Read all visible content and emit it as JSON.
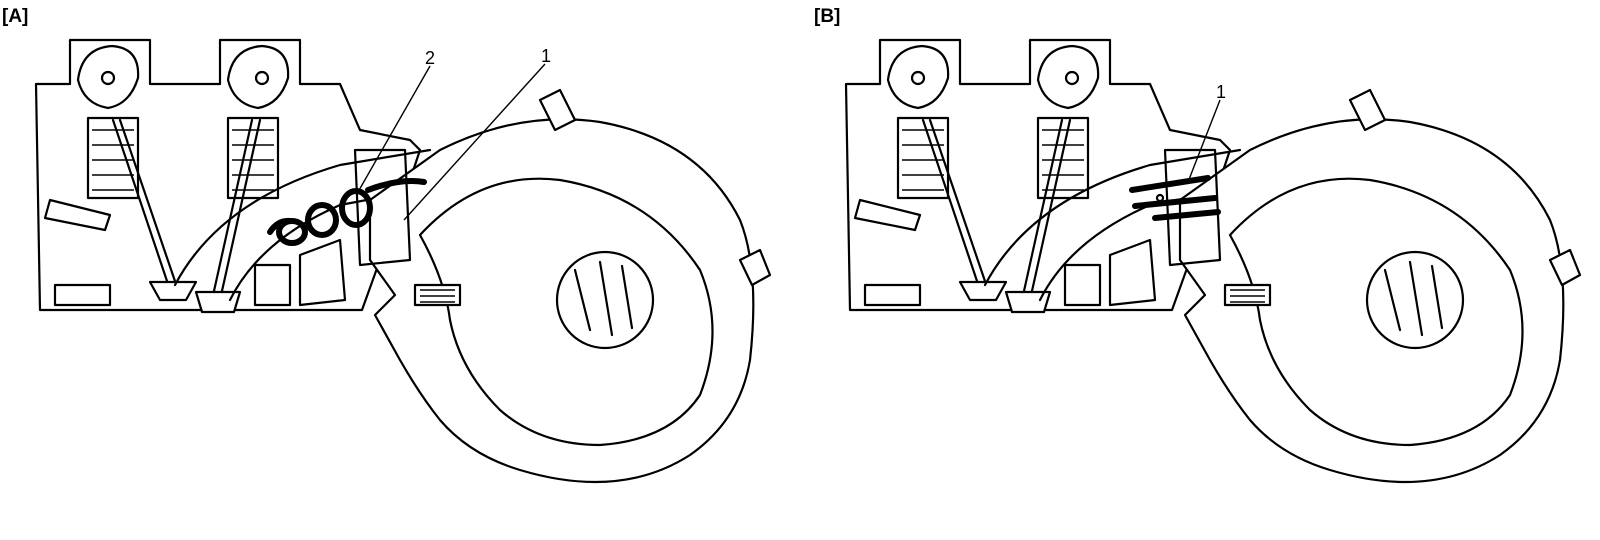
{
  "panels": [
    {
      "label": "[A]",
      "callouts": [
        "2",
        "1"
      ]
    },
    {
      "label": "[B]",
      "callouts": [
        "1"
      ]
    }
  ]
}
